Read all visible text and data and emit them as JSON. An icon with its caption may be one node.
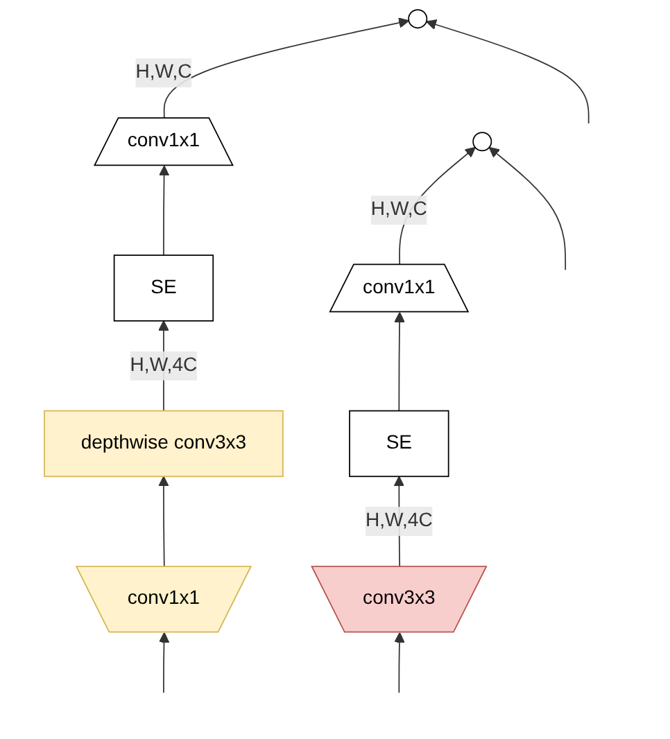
{
  "diagram": {
    "nodes": [
      {
        "text": [],
        "shape": "circle"
      },
      {
        "text": [
          "conv1x1"
        ]
      },
      {
        "text": [
          "SE"
        ]
      },
      {
        "text": [
          "depthwise conv3x3"
        ]
      },
      {
        "text": [
          "conv1x1"
        ]
      },
      {
        "text": [],
        "shape": "circle"
      },
      {
        "text": [
          "conv1x1"
        ]
      },
      {
        "text": [
          "SE"
        ]
      },
      {
        "text": [
          "conv3x3"
        ]
      }
    ],
    "edges": [
      {
        "from": null,
        "to": 4,
        "arrow": "to"
      },
      {
        "from": 4,
        "to": 3,
        "arrow": "to"
      },
      {
        "from": 3,
        "to": 2,
        "arrow": "to",
        "label": "H,W,4C"
      },
      {
        "from": 2,
        "to": 1,
        "arrow": "to"
      },
      {
        "from": 1,
        "to": 0,
        "arrow": "to",
        "label": "H,W,C"
      },
      {
        "from": null,
        "to": 0,
        "arrow": "to"
      },
      {
        "from": null,
        "to": 8,
        "arrow": "to"
      },
      {
        "from": 8,
        "to": 7,
        "arrow": "to",
        "label": "H,W,4C"
      },
      {
        "from": 7,
        "to": 6,
        "arrow": "to"
      },
      {
        "from": 6,
        "to": 5,
        "arrow": "to",
        "label": "H,W,C"
      },
      {
        "from": null,
        "to": 5,
        "arrow": "to"
      }
    ]
  }
}
